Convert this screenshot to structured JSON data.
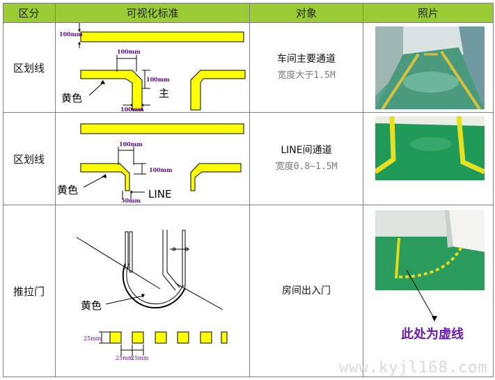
{
  "headers": {
    "category": "区分",
    "standard": "可视化标准",
    "object": "对象",
    "photo": "照片"
  },
  "rows": [
    {
      "category": "区划线",
      "object_line1": "车间主要通道",
      "object_line2": "宽度大于1.5M",
      "diagram_labels": {
        "dim_top": "100mm",
        "dim_corner_h": "100mm",
        "dim_corner_v": "100mm",
        "dim_bottom": "100mm",
        "color": "黄色",
        "main": "主"
      }
    },
    {
      "category": "区划线",
      "object_line1": "LINE间通道",
      "object_line2": "宽度0.8~1.5M",
      "diagram_labels": {
        "dim_corner_h": "100mm",
        "dim_corner_v": "100mm",
        "dim_bottom": "50mm",
        "color": "黄色",
        "line": "LINE"
      }
    },
    {
      "category": "推拉门",
      "object_line1": "房间出入门",
      "object_line2": "",
      "diagram_labels": {
        "color": "黄色",
        "dim_v": "25mm",
        "dim_h1": "25mm",
        "dim_h2": "25mm"
      }
    }
  ],
  "note": "此处为虚线",
  "watermark": "www.kyjl168.com",
  "colors": {
    "header": "#99cc33",
    "line_yellow": "#ffff00",
    "note": "#6a1bb5",
    "dim_text": "#5b0a8c"
  }
}
